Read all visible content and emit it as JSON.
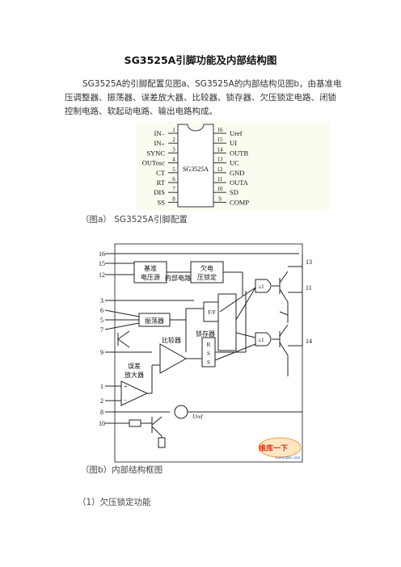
{
  "title": "SG3525A引脚功能及内部结构图",
  "paragraph": "SG3525A的引脚配置见图a、SG3525A的内部结构见图b，由基准电压调整器、振荡器、误差放大器、比较器、锁存器、欠压锁定电路、闭锁控制电路、软起动电路、输出电路构成。",
  "fig_a": {
    "chip_label": "SG3525A",
    "caption": "（图a） SG3525A引脚配置",
    "left_pins": [
      {
        "num": "1",
        "name": "IN₋"
      },
      {
        "num": "2",
        "name": "IN₊"
      },
      {
        "num": "3",
        "name": "SYNC"
      },
      {
        "num": "4",
        "name": "OUTosc"
      },
      {
        "num": "5",
        "name": "CT"
      },
      {
        "num": "6",
        "name": "RT"
      },
      {
        "num": "7",
        "name": "DIS"
      },
      {
        "num": "8",
        "name": "SS"
      }
    ],
    "right_pins": [
      {
        "num": "16",
        "name": "Uref"
      },
      {
        "num": "15",
        "name": "UI"
      },
      {
        "num": "14",
        "name": "OUTB"
      },
      {
        "num": "13",
        "name": "UC"
      },
      {
        "num": "12",
        "name": "GND"
      },
      {
        "num": "11",
        "name": "OUTA"
      },
      {
        "num": "10",
        "name": "SD"
      },
      {
        "num": "9",
        "name": "COMP"
      }
    ]
  },
  "fig_b": {
    "caption": "（图b）内部结构框图",
    "blocks": {
      "ref_line1": "基准",
      "ref_line2": "电压源",
      "uvlo_line1": "欠电",
      "uvlo_line2": "压锁定",
      "internal": "内部电路",
      "osc": "振荡器",
      "comparator": "比较器",
      "latch": "锁存器",
      "ff": "F/F",
      "err_line1": "误差",
      "err_line2": "放大器",
      "r": "R",
      "s1": "S",
      "s2": "S",
      "gate1": "≥1",
      "gate2": "≥1",
      "uref": "Uref",
      "plus": "+",
      "minus": "−"
    },
    "left_pins": [
      "16",
      "15",
      "12",
      "3",
      "6",
      "5",
      "7",
      "9",
      "1",
      "2",
      "8",
      "10"
    ],
    "right_pins": [
      "13",
      "11",
      "14"
    ],
    "watermark": "维库一下",
    "watermark_url": "www.dzsc.com"
  },
  "section_heading": "（1）欠压锁定功能"
}
